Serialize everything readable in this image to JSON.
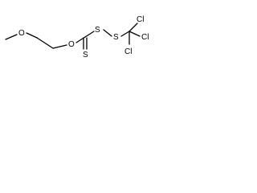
{
  "structure": {
    "atoms": {
      "o_methoxy": "O",
      "o_ester": "O",
      "s_link_1": "S",
      "s_link_2": "S",
      "s_thione": "S",
      "cl_top": "Cl",
      "cl_right": "Cl",
      "cl_bottom": "Cl"
    }
  },
  "colors": {
    "bond": "#000000",
    "label": "#000000",
    "background": "#ffffff"
  }
}
